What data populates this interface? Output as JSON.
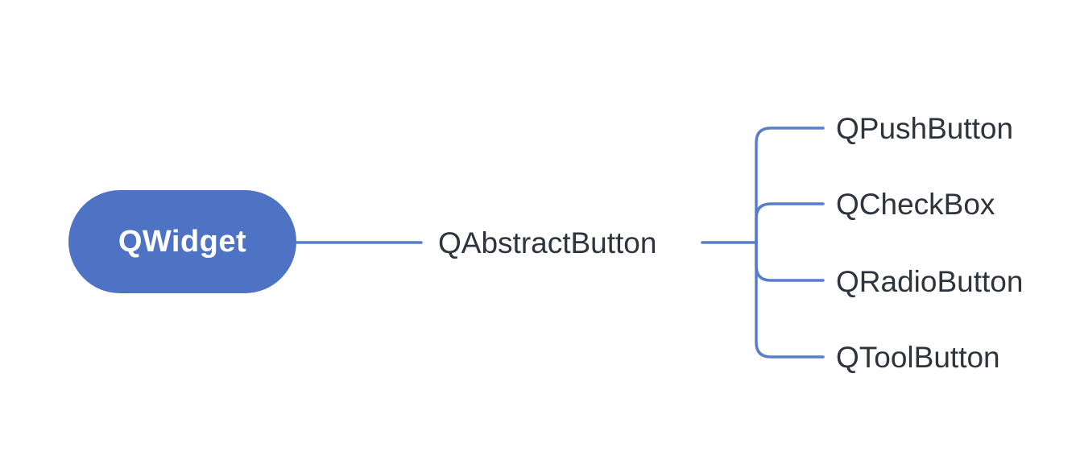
{
  "colors": {
    "node_fill": "#4e73c5",
    "node_text": "#ffffff",
    "line": "#587dca",
    "label_text": "#2e333c",
    "background": "#ffffff"
  },
  "tree": {
    "root": {
      "label": "QWidget"
    },
    "child": {
      "label": "QAbstractButton"
    },
    "leaves": [
      {
        "label": "QPushButton"
      },
      {
        "label": "QCheckBox"
      },
      {
        "label": "QRadioButton"
      },
      {
        "label": "QToolButton"
      }
    ]
  }
}
